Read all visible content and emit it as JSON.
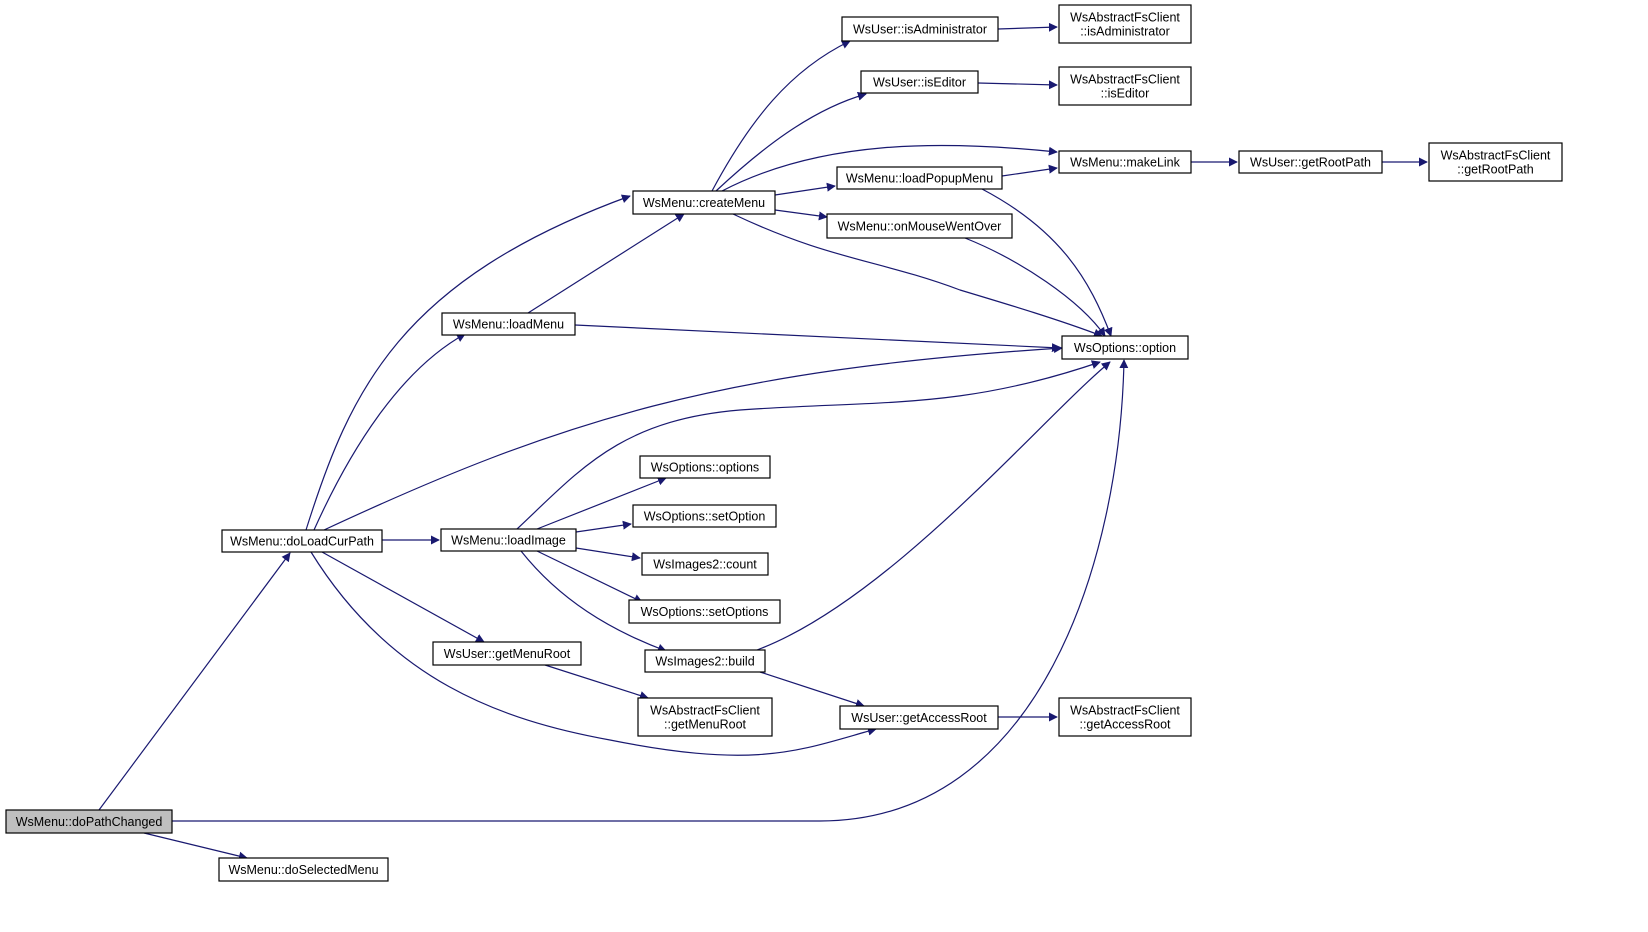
{
  "diagram": {
    "colors": {
      "edge": "#191970",
      "root_fill": "#bfbfbf",
      "node_fill": "#ffffff",
      "border": "#000000"
    },
    "nodes": [
      {
        "id": "doPathChanged",
        "lines": [
          "WsMenu::doPathChanged"
        ],
        "root": true
      },
      {
        "id": "doLoadCurPath",
        "lines": [
          "WsMenu::doLoadCurPath"
        ]
      },
      {
        "id": "doSelectedMenu",
        "lines": [
          "WsMenu::doSelectedMenu"
        ]
      },
      {
        "id": "loadMenu",
        "lines": [
          "WsMenu::loadMenu"
        ]
      },
      {
        "id": "createMenu",
        "lines": [
          "WsMenu::createMenu"
        ]
      },
      {
        "id": "loadImage",
        "lines": [
          "WsMenu::loadImage"
        ]
      },
      {
        "id": "getMenuRoot",
        "lines": [
          "WsUser::getMenuRoot"
        ]
      },
      {
        "id": "isAdministrator",
        "lines": [
          "WsUser::isAdministrator"
        ]
      },
      {
        "id": "isEditor",
        "lines": [
          "WsUser::isEditor"
        ]
      },
      {
        "id": "loadPopupMenu",
        "lines": [
          "WsMenu::loadPopupMenu"
        ]
      },
      {
        "id": "onMouseWentOver",
        "lines": [
          "WsMenu::onMouseWentOver"
        ]
      },
      {
        "id": "options",
        "lines": [
          "WsOptions::options"
        ]
      },
      {
        "id": "setOption",
        "lines": [
          "WsOptions::setOption"
        ]
      },
      {
        "id": "count",
        "lines": [
          "WsImages2::count"
        ]
      },
      {
        "id": "setOptions",
        "lines": [
          "WsOptions::setOptions"
        ]
      },
      {
        "id": "build",
        "lines": [
          "WsImages2::build"
        ]
      },
      {
        "id": "afcGetMenuRoot",
        "lines": [
          "WsAbstractFsClient",
          "::getMenuRoot"
        ]
      },
      {
        "id": "getAccessRoot",
        "lines": [
          "WsUser::getAccessRoot"
        ]
      },
      {
        "id": "afcIsAdministrator",
        "lines": [
          "WsAbstractFsClient",
          "::isAdministrator"
        ]
      },
      {
        "id": "afcIsEditor",
        "lines": [
          "WsAbstractFsClient",
          "::isEditor"
        ]
      },
      {
        "id": "makeLink",
        "lines": [
          "WsMenu::makeLink"
        ]
      },
      {
        "id": "option",
        "lines": [
          "WsOptions::option"
        ]
      },
      {
        "id": "afcGetAccessRoot",
        "lines": [
          "WsAbstractFsClient",
          "::getAccessRoot"
        ]
      },
      {
        "id": "getRootPath",
        "lines": [
          "WsUser::getRootPath"
        ]
      },
      {
        "id": "afcGetRootPath",
        "lines": [
          "WsAbstractFsClient",
          "::getRootPath"
        ]
      }
    ],
    "edges": [
      {
        "from": "doPathChanged",
        "to": "doLoadCurPath"
      },
      {
        "from": "doPathChanged",
        "to": "doSelectedMenu"
      },
      {
        "from": "doPathChanged",
        "to": "option"
      },
      {
        "from": "doLoadCurPath",
        "to": "createMenu"
      },
      {
        "from": "doLoadCurPath",
        "to": "loadMenu"
      },
      {
        "from": "doLoadCurPath",
        "to": "option"
      },
      {
        "from": "doLoadCurPath",
        "to": "loadImage"
      },
      {
        "from": "doLoadCurPath",
        "to": "getMenuRoot"
      },
      {
        "from": "doLoadCurPath",
        "to": "getAccessRoot"
      },
      {
        "from": "loadMenu",
        "to": "createMenu"
      },
      {
        "from": "loadMenu",
        "to": "option"
      },
      {
        "from": "createMenu",
        "to": "isAdministrator"
      },
      {
        "from": "createMenu",
        "to": "isEditor"
      },
      {
        "from": "createMenu",
        "to": "makeLink"
      },
      {
        "from": "createMenu",
        "to": "loadPopupMenu"
      },
      {
        "from": "createMenu",
        "to": "onMouseWentOver"
      },
      {
        "from": "createMenu",
        "to": "option"
      },
      {
        "from": "isAdministrator",
        "to": "afcIsAdministrator"
      },
      {
        "from": "isEditor",
        "to": "afcIsEditor"
      },
      {
        "from": "loadPopupMenu",
        "to": "makeLink"
      },
      {
        "from": "loadPopupMenu",
        "to": "option"
      },
      {
        "from": "onMouseWentOver",
        "to": "option"
      },
      {
        "from": "makeLink",
        "to": "getRootPath"
      },
      {
        "from": "getRootPath",
        "to": "afcGetRootPath"
      },
      {
        "from": "loadImage",
        "to": "option"
      },
      {
        "from": "loadImage",
        "to": "options"
      },
      {
        "from": "loadImage",
        "to": "setOption"
      },
      {
        "from": "loadImage",
        "to": "count"
      },
      {
        "from": "loadImage",
        "to": "setOptions"
      },
      {
        "from": "loadImage",
        "to": "build"
      },
      {
        "from": "build",
        "to": "option"
      },
      {
        "from": "build",
        "to": "getAccessRoot"
      },
      {
        "from": "getMenuRoot",
        "to": "afcGetMenuRoot"
      },
      {
        "from": "getAccessRoot",
        "to": "afcGetAccessRoot"
      }
    ]
  }
}
